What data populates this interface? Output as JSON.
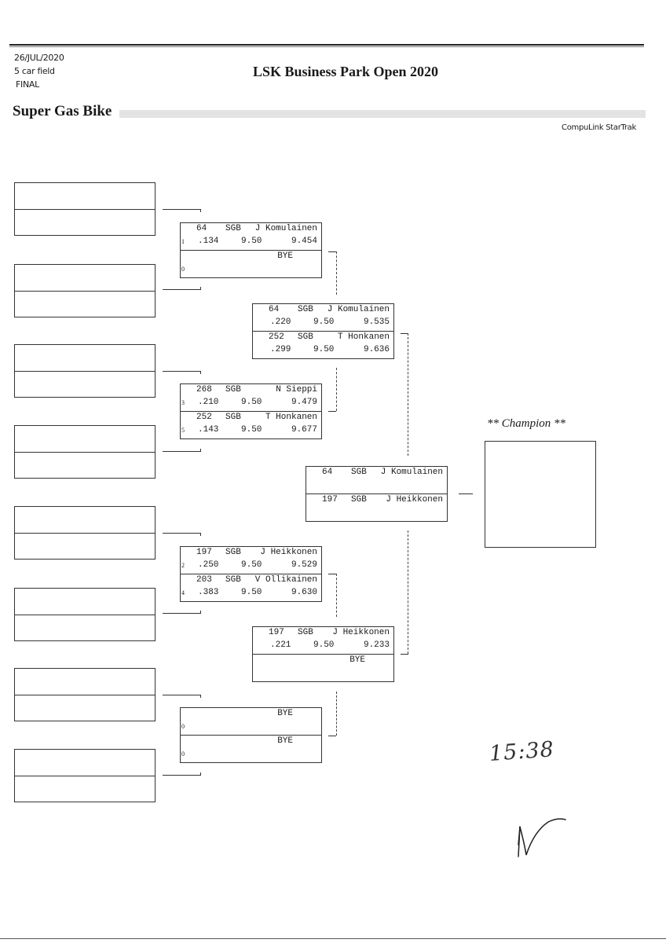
{
  "header": {
    "date": "26/JUL/2020",
    "field": "5 car field",
    "round": "FINAL",
    "event_title": "LSK Business Park Open 2020",
    "class_name": "Super Gas Bike",
    "software": "CompuLink StarTrak"
  },
  "round1": [
    {
      "lanes": [
        {
          "lane": "1",
          "number": "64",
          "cls": "SGB",
          "name": "J Komulainen",
          "rt": ".134",
          "dial": "9.50",
          "et": "9.454"
        },
        {
          "lane": "0",
          "bye": "BYE"
        }
      ]
    },
    {
      "lanes": [
        {
          "lane": "3",
          "number": "268",
          "cls": "SGB",
          "name": "N Sieppi",
          "rt": ".210",
          "dial": "9.50",
          "et": "9.479"
        },
        {
          "lane": "5",
          "number": "252",
          "cls": "SGB",
          "name": "T Honkanen",
          "rt": ".143",
          "dial": "9.50",
          "et": "9.677"
        }
      ]
    },
    {
      "lanes": [
        {
          "lane": "2",
          "number": "197",
          "cls": "SGB",
          "name": "J Heikkonen",
          "rt": ".250",
          "dial": "9.50",
          "et": "9.529"
        },
        {
          "lane": "4",
          "number": "203",
          "cls": "SGB",
          "name": "V Ollikainen",
          "rt": ".383",
          "dial": "9.50",
          "et": "9.630"
        }
      ]
    },
    {
      "lanes": [
        {
          "lane": "0",
          "bye": "BYE"
        },
        {
          "lane": "0",
          "bye": "BYE"
        }
      ]
    }
  ],
  "round2": [
    {
      "lanes": [
        {
          "number": "64",
          "cls": "SGB",
          "name": "J Komulainen",
          "rt": ".220",
          "dial": "9.50",
          "et": "9.535"
        },
        {
          "number": "252",
          "cls": "SGB",
          "name": "T Honkanen",
          "rt": ".299",
          "dial": "9.50",
          "et": "9.636"
        }
      ]
    },
    {
      "lanes": [
        {
          "number": "197",
          "cls": "SGB",
          "name": "J Heikkonen",
          "rt": ".221",
          "dial": "9.50",
          "et": "9.233"
        },
        {
          "bye": "BYE"
        }
      ]
    }
  ],
  "final": {
    "lanes": [
      {
        "number": "64",
        "cls": "SGB",
        "name": "J Komulainen"
      },
      {
        "number": "197",
        "cls": "SGB",
        "name": "J Heikkonen"
      }
    ]
  },
  "champion": {
    "label": "** Champion **"
  },
  "handwriting": {
    "time": "15:38"
  }
}
